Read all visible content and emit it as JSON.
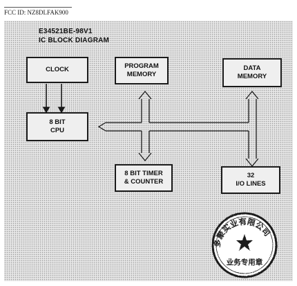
{
  "header": {
    "fcc_id": "FCC ID: NZ8DLFAK900"
  },
  "diagram": {
    "part_number": "E34521BE-98V1",
    "title": "IC  BLOCK DIAGRAM",
    "blocks": {
      "clock": "CLOCK",
      "cpu": {
        "line1": "8 BIT",
        "line2": "CPU"
      },
      "program_memory": {
        "line1": "PROGRAM",
        "line2": "MEMORY"
      },
      "data_memory": {
        "line1": "DATA",
        "line2": "MEMORY"
      },
      "timer": {
        "line1": "8 BIT TIMER",
        "line2": "& COUNTER"
      },
      "io": {
        "line1": "32",
        "line2": "I/O LINES"
      }
    }
  },
  "seal": {
    "text": "多聚实业有限公司业务专用章"
  }
}
